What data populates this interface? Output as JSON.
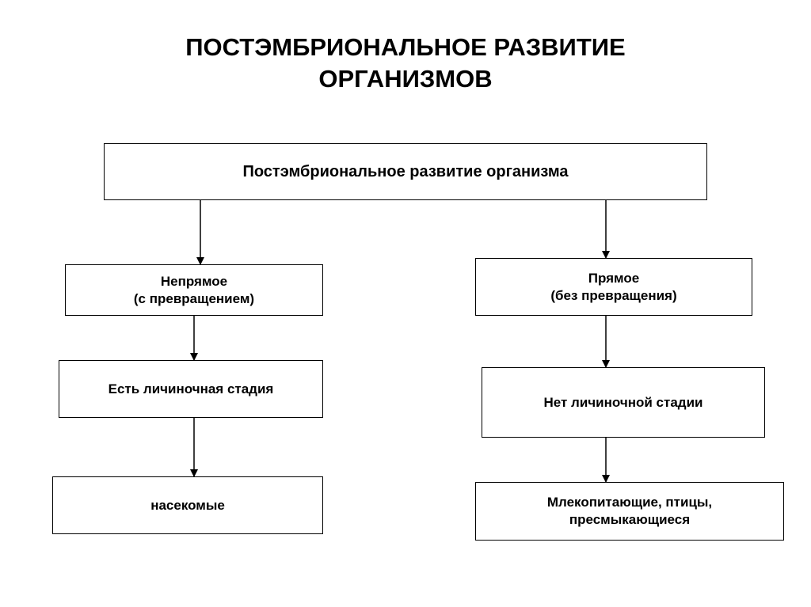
{
  "title": {
    "line1": "ПОСТЭМБРИОНАЛЬНОЕ РАЗВИТИЕ",
    "line2": "ОРГАНИЗМОВ"
  },
  "root": {
    "label": "Постэмбриональное развитие организма"
  },
  "left_branch": {
    "type_line1": "Непрямое",
    "type_line2": "(с превращением)",
    "stage": "Есть личиночная стадия",
    "examples": "насекомые"
  },
  "right_branch": {
    "type_line1": "Прямое",
    "type_line2": "(без превращения)",
    "stage": "Нет личиночной стадии",
    "examples_line1": "Млекопитающие, птицы,",
    "examples_line2": "пресмыкающиеся"
  }
}
